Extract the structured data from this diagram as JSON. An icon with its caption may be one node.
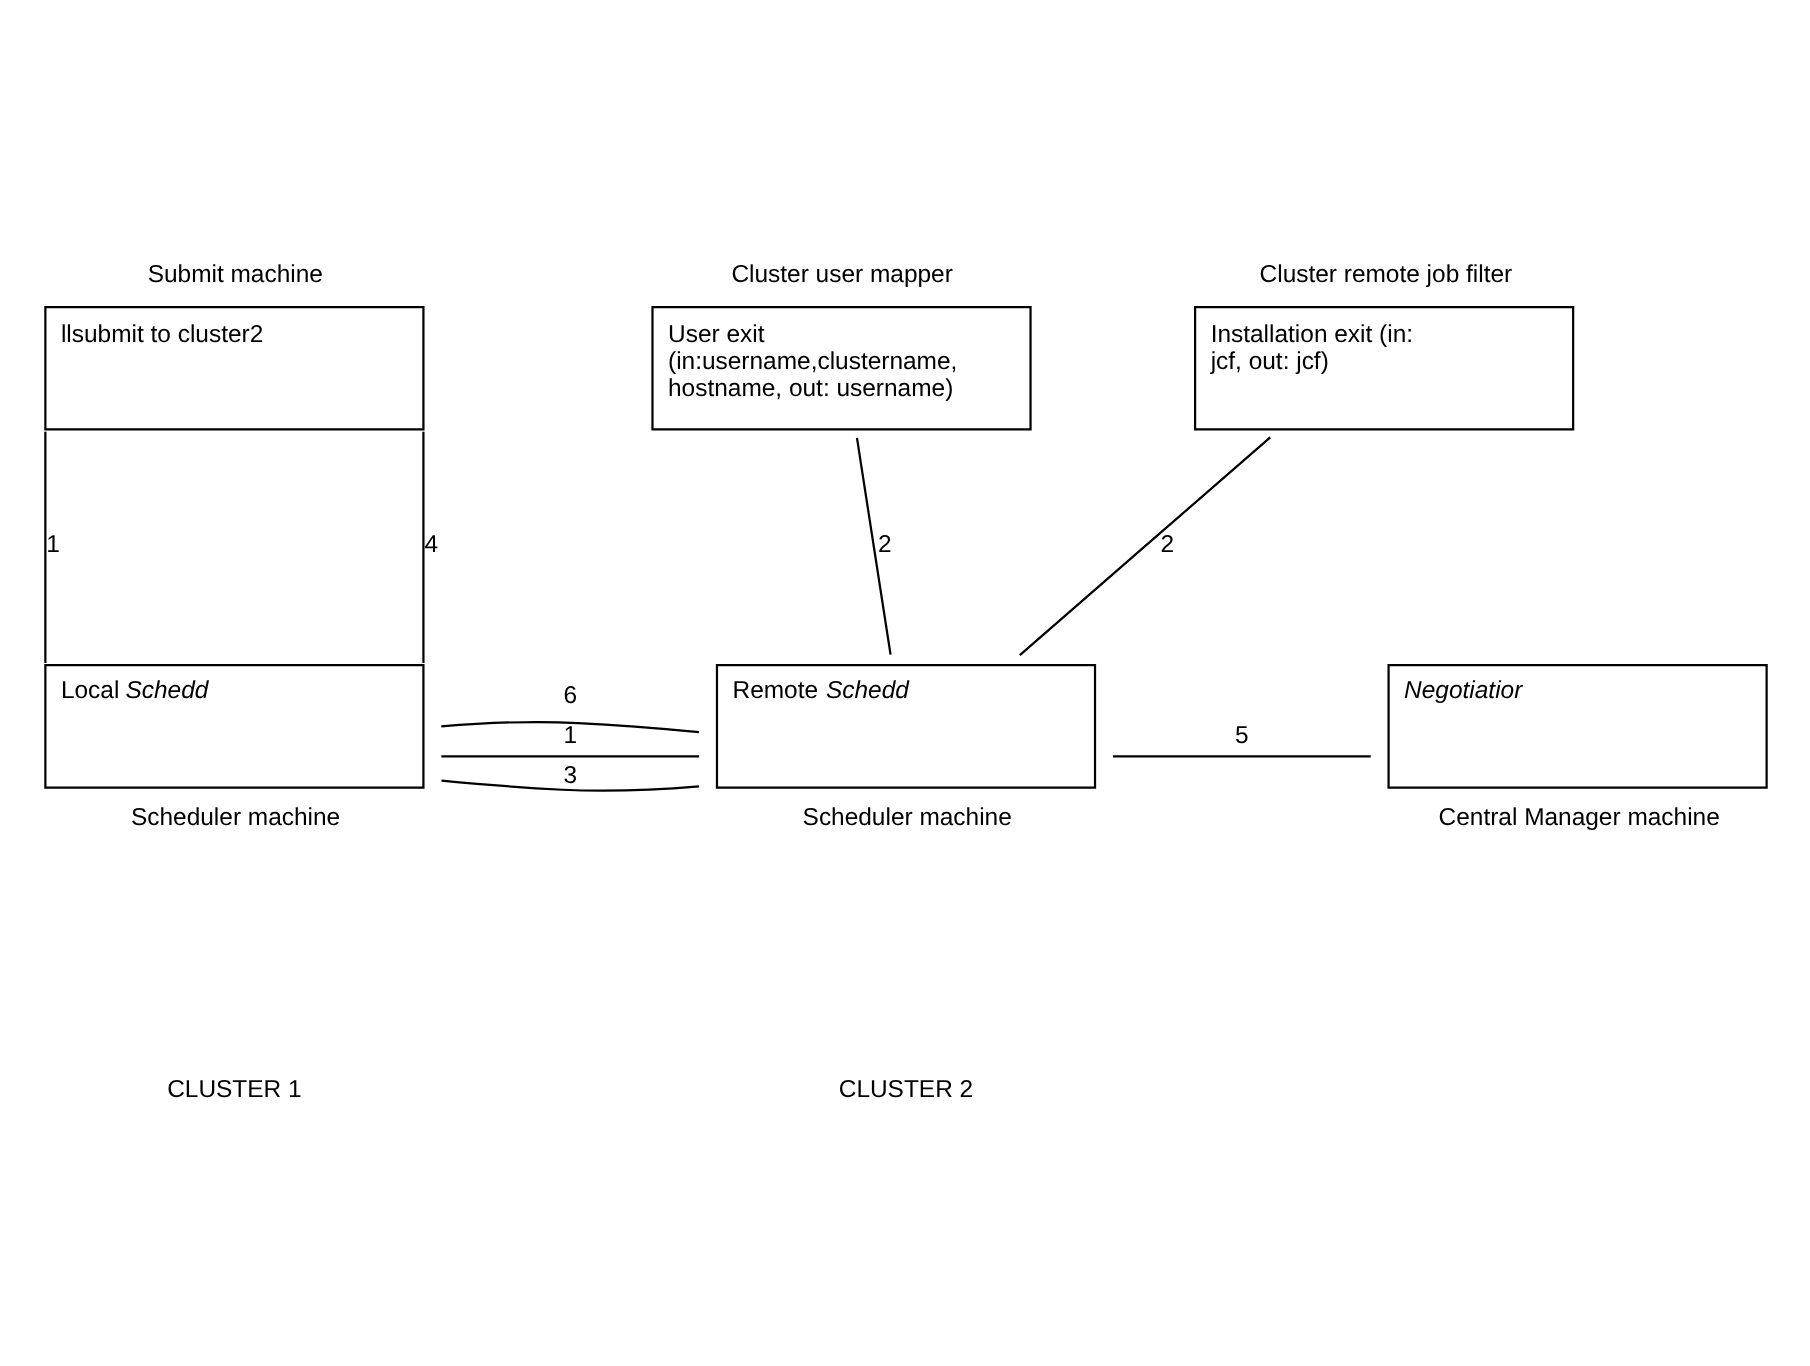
{
  "diagram": {
    "nodes": [
      {
        "text": [
          "llsubmit to cluster2"
        ],
        "beside": [
          "Submit machine"
        ]
      },
      {
        "text": [
          "User exit (in:username,clustername, hostname, out: username)"
        ],
        "beside": [
          "Cluster user mapper"
        ]
      },
      {
        "text": [
          "Installation exit (in: jcf, out: jcf)"
        ],
        "beside": [
          "Cluster remote job filter"
        ]
      },
      {
        "text": [
          "Local *Schedd*"
        ],
        "beside": [
          "Scheduler machine"
        ]
      },
      {
        "text": [
          "Remote *Schedd*"
        ],
        "beside": [
          "Scheduler machine"
        ]
      },
      {
        "text": [
          "Negotiatior"
        ],
        "beside": [
          "Central Manager machine"
        ]
      }
    ],
    "edges": [
      {
        "from": 0,
        "to": 3,
        "arrow": "none",
        "label": "1"
      },
      {
        "from": 0,
        "to": 3,
        "arrow": "none",
        "label": "4"
      },
      {
        "from": 3,
        "to": 4,
        "arrow": "none",
        "label": "1"
      },
      {
        "from": 3,
        "to": 4,
        "arrow": "none",
        "label": "3"
      },
      {
        "from": 3,
        "to": 4,
        "arrow": "none",
        "label": "6"
      },
      {
        "from": 1,
        "to": 4,
        "arrow": "none",
        "label": "2"
      },
      {
        "from": 2,
        "to": 4,
        "arrow": "none",
        "label": "2"
      },
      {
        "from": 4,
        "to": 5,
        "arrow": "none",
        "label": "5"
      }
    ],
    "labels": [
      "CLUSTER 1",
      "CLUSTER 2"
    ]
  }
}
